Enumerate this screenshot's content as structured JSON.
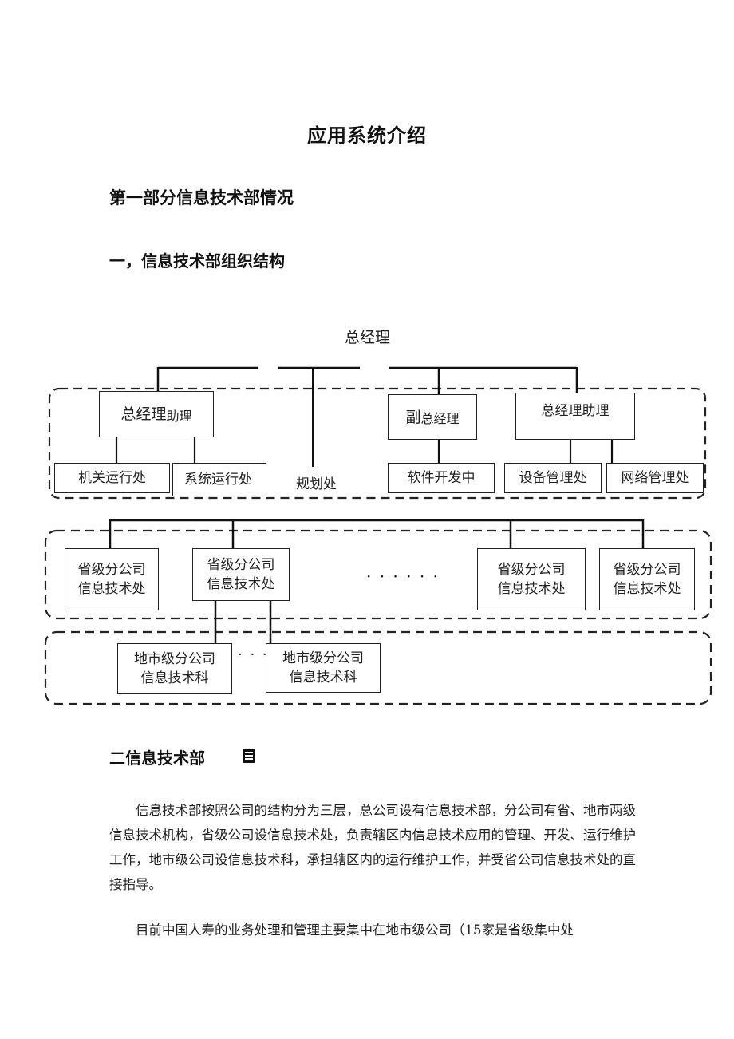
{
  "title": "应用系统介绍",
  "section1": "第一部分信息技术部情况",
  "section1_1": "一，信息技术部组织结构",
  "org": {
    "top": "总经理",
    "assistant_left": {
      "main": "总经理",
      "suffix": "助理"
    },
    "planning": "规划处",
    "deputy": {
      "main": "副",
      "suffix": "总经理"
    },
    "assistant_right": "总经理助理",
    "dept1": "机关运行处",
    "dept2": "系统运行处",
    "dept3": "软件开发中",
    "dept4": "设备管理处",
    "dept5": "网络管理处",
    "prov_line1": "省级分公司",
    "prov_line2": "信息技术处",
    "city_line1": "地市级分公司",
    "city_line2": "信息技术科",
    "ellipsis_prov": "· · · · · ·",
    "ellipsis_city": "· · ·"
  },
  "section2": "二信息技术部",
  "para1": "信息技术部按照公司的结构分为三层，总公司设有信息技术部，分公司有省、地市两级信息技术机构，省级公司设信息技术处，负责辖区内信息技术应用的管理、开发、运行维护工作，地市级公司设信息技术科，承担辖区内的运行维护工作，并受省公司信息技术处的直接指导。",
  "para2": "目前中国人寿的业务处理和管理主要集中在地市级公司（15家是省级集中处"
}
